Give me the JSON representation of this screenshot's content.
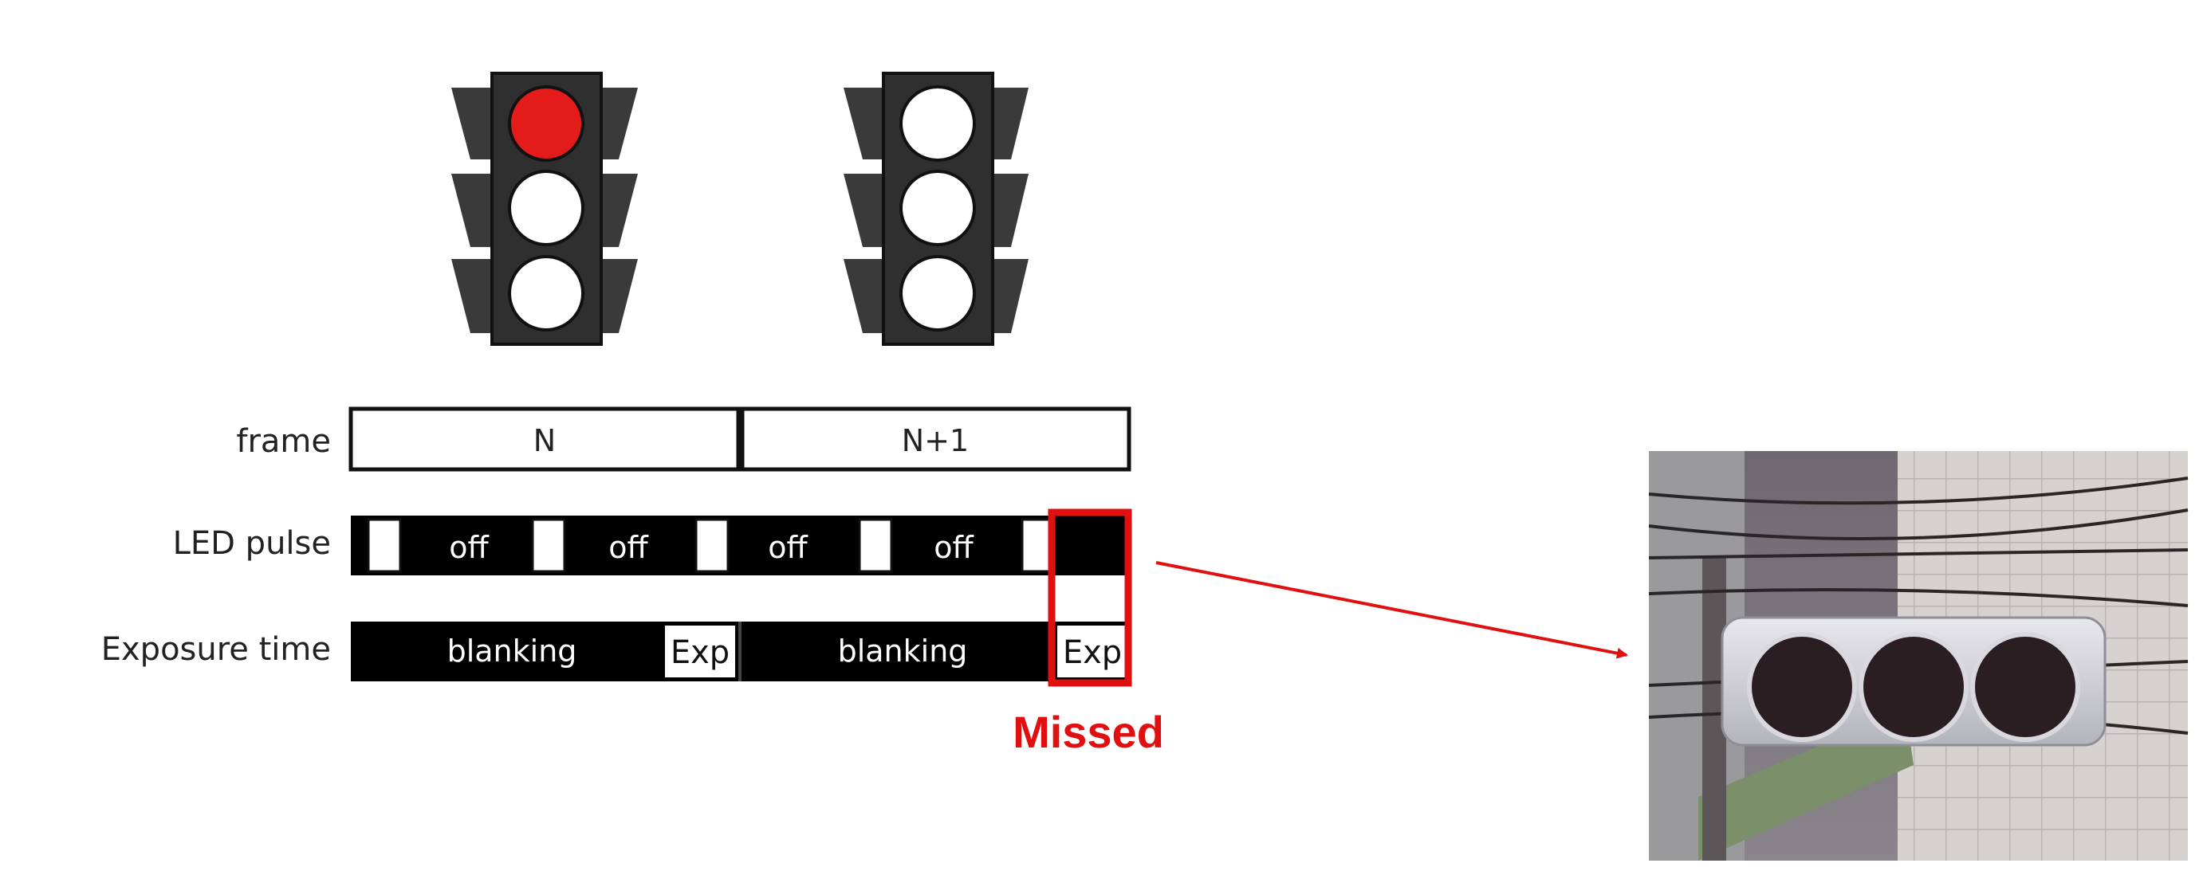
{
  "rows": {
    "frame_label": "frame",
    "led_label": "LED pulse",
    "exposure_label": "Exposure time"
  },
  "frame_boxes": [
    "N",
    "N+1"
  ],
  "led_pulse": {
    "off_labels": [
      "off",
      "off",
      "off",
      "off"
    ]
  },
  "exposure": {
    "blanking_labels": [
      "blanking",
      "blanking"
    ],
    "exp_labels": [
      "Exp",
      "Exp"
    ]
  },
  "annotation": {
    "missed": "Missed"
  },
  "colors": {
    "signal_red": "#e31b1b",
    "highlight_red": "#e01010",
    "housing": "#2f2f2f",
    "visor": "#3a3a3a"
  },
  "traffic_lights": [
    {
      "state": "red-on"
    },
    {
      "state": "all-off"
    }
  ]
}
